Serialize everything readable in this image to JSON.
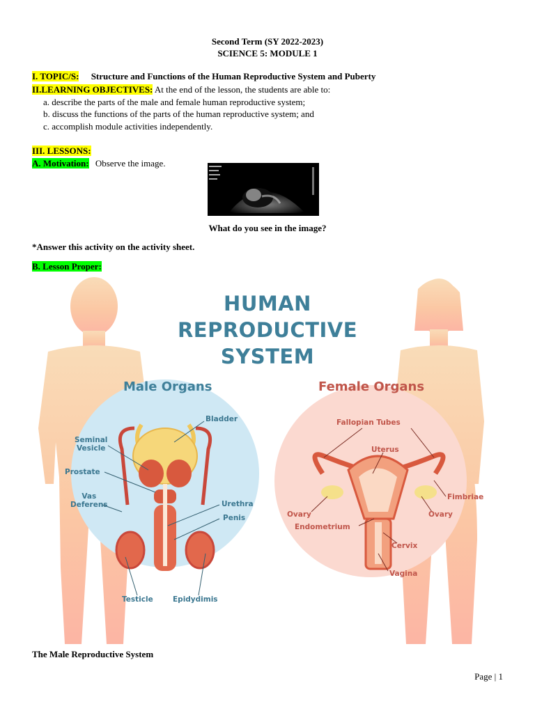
{
  "header": {
    "line1": "Second Term (SY 2022-2023)",
    "line2": "SCIENCE 5: MODULE 1"
  },
  "topic": {
    "label": "I. TOPIC/S:",
    "text": "Structure and Functions of the Human Reproductive System and Puberty"
  },
  "objectives": {
    "label": "II.LEARNING OBJECTIVES:",
    "intro": "At the end of the lesson, the students are able to:",
    "items": [
      "a. describe the parts of the male and female human reproductive system;",
      "b. discuss the functions of the parts of the human reproductive system; and",
      "c. accomplish module activities independently."
    ]
  },
  "lessons": {
    "label": "III. LESSONS:",
    "motivation_label": "A. Motivation:",
    "motivation_text": "Observe the image.",
    "question": "What do you see in the image?",
    "note": "*Answer this activity on the activity sheet.",
    "proper_label": "B. Lesson Proper:"
  },
  "infographic": {
    "title_lines": [
      "HUMAN",
      "REPRODUCTIVE",
      "SYSTEM"
    ],
    "male_title": "Male Organs",
    "female_title": "Female Organs",
    "male_labels": {
      "bladder": "Bladder",
      "seminal": "Seminal\nVesicle",
      "prostate": "Prostate",
      "vas": "Vas\nDeferens",
      "urethra": "Urethra",
      "penis": "Penis",
      "testicle": "Testicle",
      "epididymis": "Epidydimis"
    },
    "female_labels": {
      "fallopian": "Fallopian Tubes",
      "uterus": "Uterus",
      "fimbriae": "Fimbriae",
      "ovary_left": "Ovary",
      "ovary_right": "Ovary",
      "endometrium": "Endometrium",
      "cervix": "Cervix",
      "vagina": "Vagina"
    },
    "colors": {
      "title": "#3e7f99",
      "male": "#3b7790",
      "female": "#c0554a",
      "male_circle": "#cfe8f4",
      "female_circle": "#fbd9d0"
    }
  },
  "caption": "The Male Reproductive System",
  "footer": "Page | 1"
}
